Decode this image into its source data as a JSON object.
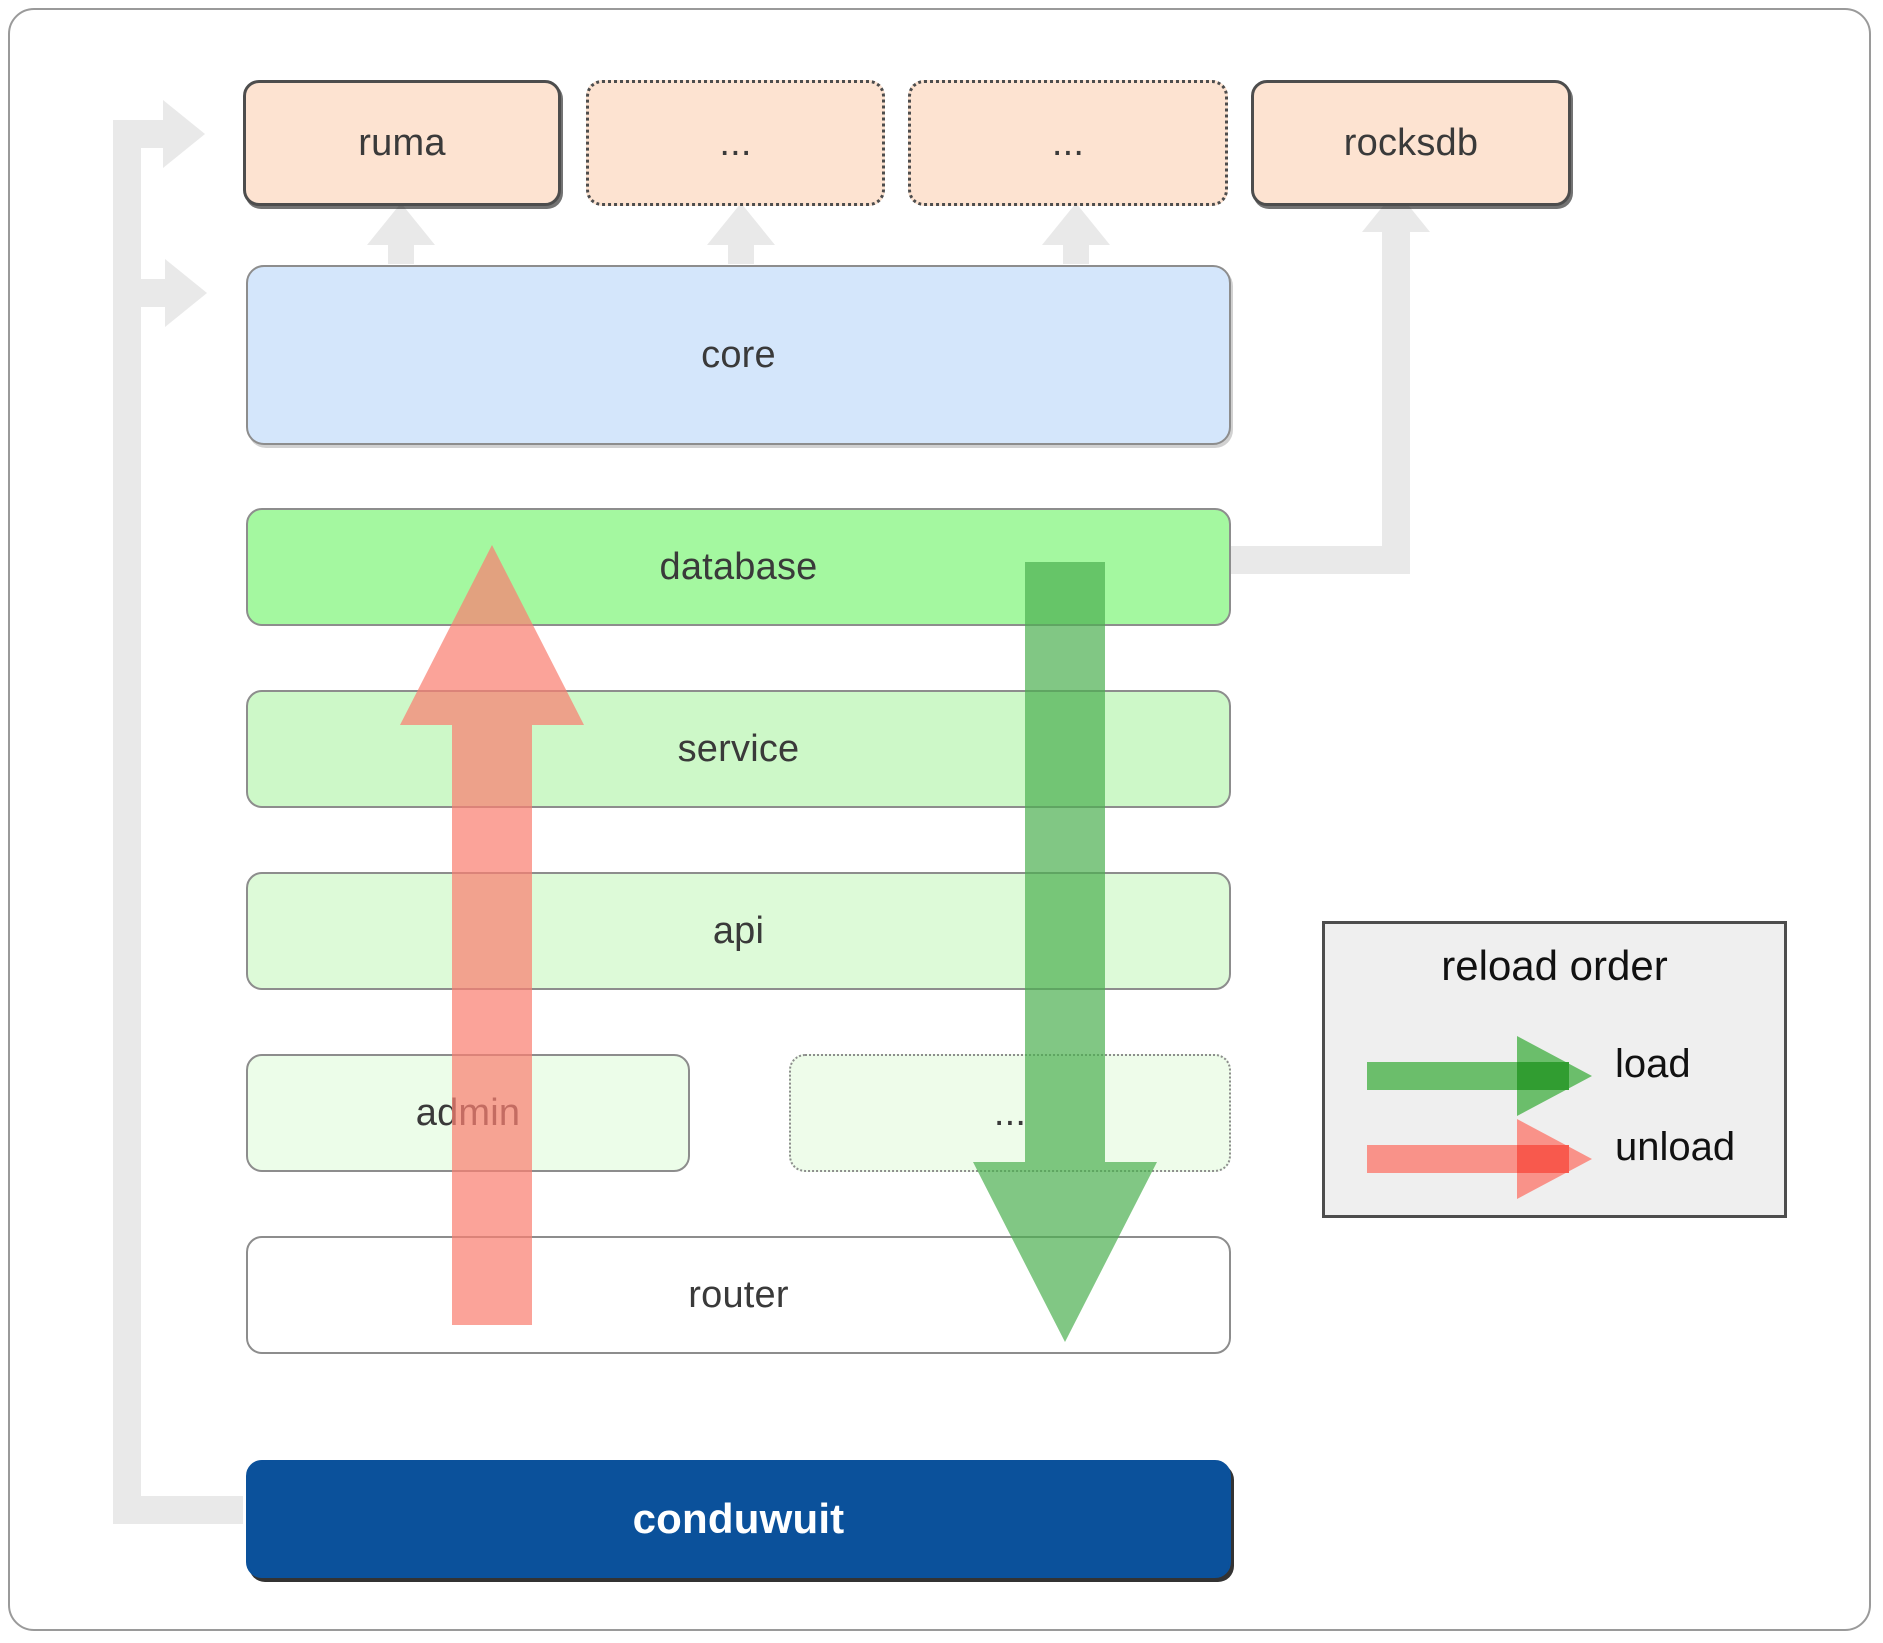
{
  "diagram": {
    "title": "conduwuit crate layering / reload order",
    "deps": [
      {
        "id": "ruma",
        "label": "ruma",
        "style": "solid"
      },
      {
        "id": "dots1",
        "label": "...",
        "style": "dotted"
      },
      {
        "id": "dots2",
        "label": "...",
        "style": "dotted"
      },
      {
        "id": "rocksdb",
        "label": "rocksdb",
        "style": "solid"
      }
    ],
    "core": {
      "label": "core"
    },
    "layers": [
      {
        "id": "database",
        "label": "database"
      },
      {
        "id": "service",
        "label": "service"
      },
      {
        "id": "api",
        "label": "api"
      },
      {
        "id": "admin",
        "label": "admin"
      },
      {
        "id": "extra",
        "label": "..."
      },
      {
        "id": "router",
        "label": "router"
      }
    ],
    "binary": {
      "label": "conduwuit"
    },
    "legend": {
      "title": "reload order",
      "entries": [
        {
          "id": "load",
          "label": "load",
          "color": "#5cb85c"
        },
        {
          "id": "unload",
          "label": "unload",
          "color": "#fa8072"
        }
      ]
    },
    "colors": {
      "dependency_fill": "#fde3d1",
      "core_fill": "#d4e6fb",
      "database_fill": "#a4f8a0",
      "service_fill": "#cdf8c8",
      "api_fill": "#ddfad8",
      "admin_fill": "#ecfde9",
      "router_fill": "#ffffff",
      "binary_fill": "#0b519b",
      "connector": "#e9e9e9",
      "load_arrow": "#5cb85c",
      "unload_arrow": "#fa8072"
    }
  }
}
